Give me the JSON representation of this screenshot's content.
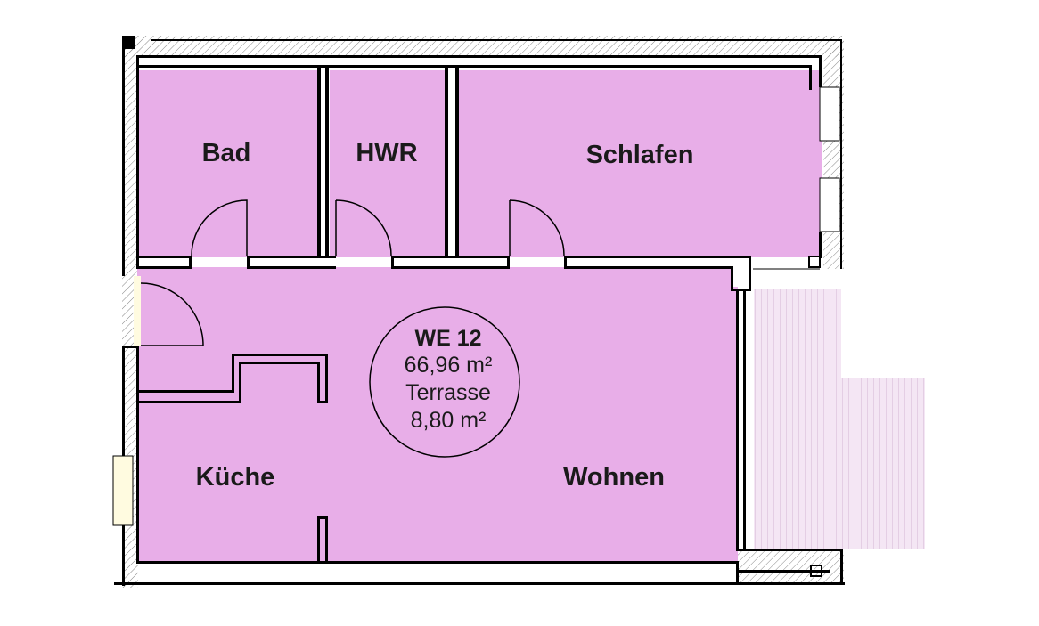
{
  "rooms": {
    "bad": "Bad",
    "hwr": "HWR",
    "schlafen": "Schlafen",
    "kueche": "Küche",
    "wohnen": "Wohnen"
  },
  "unit": {
    "name": "WE 12",
    "area": "66,96 m²",
    "terrace_label": "Terrasse",
    "terrace_area": "8,80 m²"
  },
  "colors": {
    "room_fill": "#e8aee8",
    "terrace_fill": "#f4e6f4",
    "terrace_lines": "#d3b6d3",
    "wall": "#000000",
    "window": "#fffbe0"
  }
}
